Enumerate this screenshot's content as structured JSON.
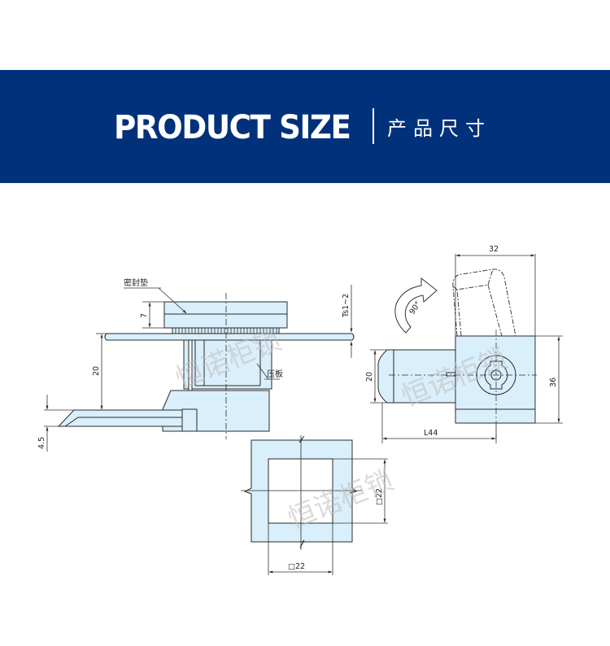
{
  "banner": {
    "title": "PRODUCT SIZE",
    "subtitle": "产品尺寸",
    "background_color": "#00317a",
    "text_color": "#ffffff"
  },
  "drawing": {
    "fill_color": "#d9effb",
    "line_color": "#2a2a2a",
    "side_view": {
      "labels": {
        "seal_gasket": "密封垫",
        "pressure_plate": "压板"
      },
      "dimensions": {
        "gasket_height": "7",
        "body_height": "20",
        "handle_offset": "4.5",
        "panel_thickness": "Ts1~2"
      }
    },
    "front_view": {
      "rotation": "90°",
      "dimensions": {
        "handle_width": "32",
        "body_height": "36",
        "handle_height": "20",
        "length": "L44"
      }
    },
    "cutout_view": {
      "dimensions": {
        "cutout_height": "□22",
        "cutout_width": "□22"
      }
    },
    "watermark": "恒诺柜锁"
  }
}
